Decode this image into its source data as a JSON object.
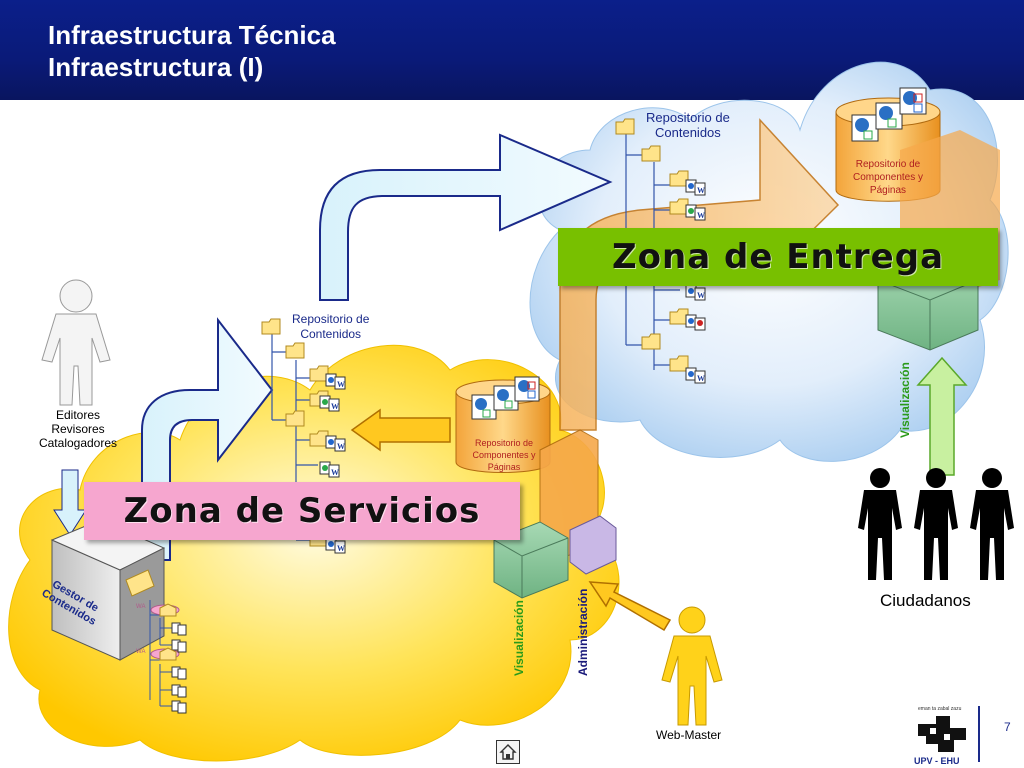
{
  "header": {
    "title_line1": "Infraestructura Técnica",
    "title_line2": "Infraestructura (I)"
  },
  "zones": {
    "entrega": "Zona de Entrega",
    "servicios": "Zona de Servicios"
  },
  "labels": {
    "repo_contenidos_top_1": "Repositorio de",
    "repo_contenidos_top_2": "Contenidos",
    "repo_contenidos_mid_1": "Repositorio de",
    "repo_contenidos_mid_2": "Contenidos",
    "repo_comp_top_1": "Repositorio de",
    "repo_comp_top_2": "Componentes y",
    "repo_comp_top_3": "Páginas",
    "repo_comp_mid_1": "Repositorio de",
    "repo_comp_mid_2": "Componentes y",
    "repo_comp_mid_3": "Páginas",
    "editores": "Editores",
    "revisores": "Revisores",
    "catalogadores": "Catalogadores",
    "gestor_1": "Gestor de",
    "gestor_2": "Contenidos",
    "ciudadanos": "Ciudadanos",
    "webmaster": "Web-Master",
    "visualizacion_right": "Visualización",
    "visualizacion_mid": "Visualización",
    "administracion": "Administración",
    "wa": "WA"
  },
  "footer": {
    "page_number": "7",
    "logo_text": "UPV - EHU",
    "logo_small": "eman ta zabal zazu"
  },
  "colors": {
    "header_bg": "#0b1f8a",
    "entrega_green": "#78c000",
    "servicios_pink": "#f6a6cf",
    "repo_label_blue": "#1a2a8a",
    "repo_comp_red": "#b02020",
    "visualizacion_green": "#2a9a1a",
    "administracion_navy": "#1a1a7a",
    "cloud_yellow": "#ffd21a",
    "cloud_blue": "#cfe4f7"
  },
  "icons": [
    "person-icon",
    "folder-icon",
    "document-icon",
    "server-icon",
    "database-icon",
    "home-icon",
    "upv-ehu-logo"
  ]
}
